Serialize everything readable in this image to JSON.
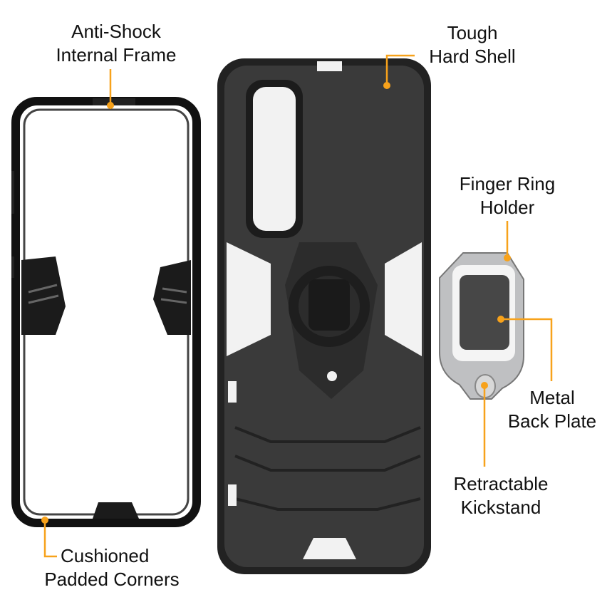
{
  "accent_color": "#f7a21b",
  "callouts": {
    "frame": {
      "line1": "Anti-Shock",
      "line2": "Internal Frame"
    },
    "shell": {
      "line1": "Tough",
      "line2": "Hard Shell"
    },
    "ring": {
      "line1": "Finger Ring",
      "line2": "Holder"
    },
    "plate": {
      "line1": "Metal",
      "line2": "Back Plate"
    },
    "kickstand": {
      "line1": "Retractable",
      "line2": "Kickstand"
    },
    "corners": {
      "line1": "Cushioned",
      "line2": "Padded Corners"
    }
  },
  "images": [
    "internal-frame",
    "hard-shell-case",
    "finger-ring-holder"
  ]
}
